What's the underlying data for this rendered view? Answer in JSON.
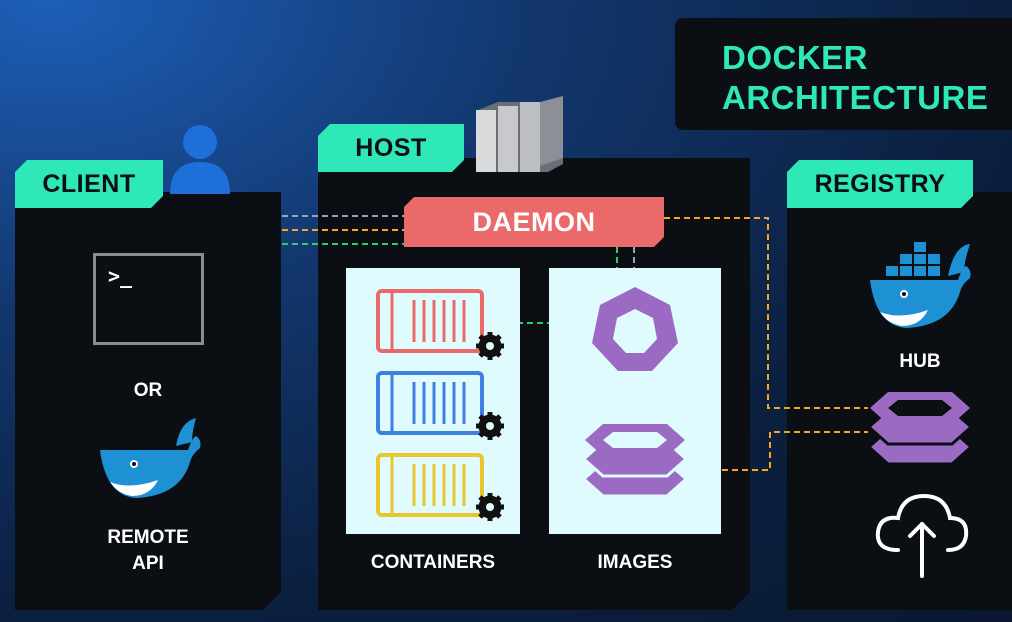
{
  "title": {
    "line1": "DOCKER",
    "line2": "ARCHITECTURE"
  },
  "client": {
    "tag": "CLIENT",
    "terminal_prompt": ">_",
    "or_text": "OR",
    "remote_api_line1": "REMOTE",
    "remote_api_line2": "API"
  },
  "host": {
    "tag": "HOST",
    "daemon": "DAEMON",
    "containers_label": "CONTAINERS",
    "images_label": "IMAGES"
  },
  "registry": {
    "tag": "REGISTRY",
    "hub_label": "HUB"
  },
  "colors": {
    "accent": "#2ee8b8",
    "daemon": "#ea6969",
    "panel": "#0b0e12",
    "container_red": "#ea6969",
    "container_blue": "#3f7fe0",
    "container_yellow": "#e8c72e",
    "image": "#9b6bc4",
    "docker_blue": "#1d91d4",
    "user_blue": "#1e6fd9",
    "line_green": "#2ecc71",
    "line_orange": "#f5a623",
    "line_gray": "#9aa4b8"
  },
  "icons": [
    "user-icon",
    "server-icon",
    "terminal-icon",
    "docker-whale-icon",
    "container-icon",
    "gear-icon",
    "image-icon",
    "image-stack-icon",
    "cloud-upload-icon"
  ]
}
